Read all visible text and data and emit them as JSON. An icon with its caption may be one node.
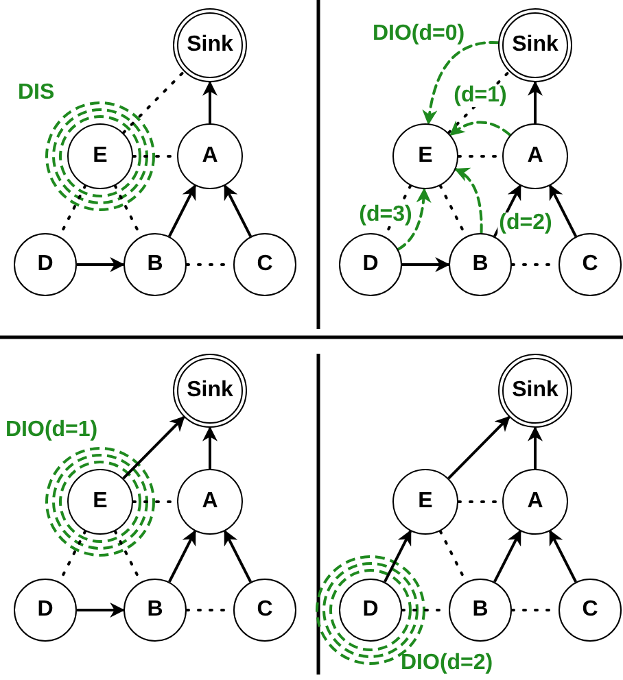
{
  "diagram": {
    "nodes": [
      {
        "text": [
          "Sink"
        ]
      },
      {
        "text": [
          "E"
        ]
      },
      {
        "text": [
          "A"
        ]
      },
      {
        "text": [
          "D"
        ]
      },
      {
        "text": [
          "B"
        ]
      },
      {
        "text": [
          "C"
        ]
      },
      {
        "text": [
          "Sink"
        ]
      },
      {
        "text": [
          "E"
        ]
      },
      {
        "text": [
          "A"
        ]
      },
      {
        "text": [
          "D"
        ]
      },
      {
        "text": [
          "B"
        ]
      },
      {
        "text": [
          "C"
        ]
      },
      {
        "text": [
          "Sink"
        ]
      },
      {
        "text": [
          "E"
        ]
      },
      {
        "text": [
          "A"
        ]
      },
      {
        "text": [
          "D"
        ]
      },
      {
        "text": [
          "B"
        ]
      },
      {
        "text": [
          "C"
        ]
      },
      {
        "text": [
          "Sink"
        ]
      },
      {
        "text": [
          "E"
        ]
      },
      {
        "text": [
          "A"
        ]
      },
      {
        "text": [
          "D"
        ]
      },
      {
        "text": [
          "B"
        ]
      },
      {
        "text": [
          "C"
        ]
      }
    ],
    "edges": [
      {
        "from": 2,
        "to": 0,
        "arrow": "to"
      },
      {
        "from": 3,
        "to": 4,
        "arrow": "to"
      },
      {
        "from": 4,
        "to": 2,
        "arrow": "to"
      },
      {
        "from": 5,
        "to": 2,
        "arrow": "to"
      },
      {
        "from": 1,
        "to": 0,
        "arrow": "none",
        "style": "dashed"
      },
      {
        "from": 1,
        "to": 2,
        "arrow": "none",
        "style": "dashed"
      },
      {
        "from": 1,
        "to": 3,
        "arrow": "none",
        "style": "dashed"
      },
      {
        "from": 1,
        "to": 4,
        "arrow": "none",
        "style": "dashed"
      },
      {
        "from": 4,
        "to": 5,
        "arrow": "none",
        "style": "dashed"
      },
      {
        "from": 8,
        "to": 6,
        "arrow": "to"
      },
      {
        "from": 9,
        "to": 10,
        "arrow": "to"
      },
      {
        "from": 10,
        "to": 8,
        "arrow": "to"
      },
      {
        "from": 11,
        "to": 8,
        "arrow": "to"
      },
      {
        "from": 7,
        "to": 6,
        "arrow": "none",
        "style": "dashed"
      },
      {
        "from": 7,
        "to": 8,
        "arrow": "none",
        "style": "dashed"
      },
      {
        "from": 7,
        "to": 9,
        "arrow": "none",
        "style": "dashed"
      },
      {
        "from": 7,
        "to": 10,
        "arrow": "none",
        "style": "dashed"
      },
      {
        "from": 10,
        "to": 11,
        "arrow": "none",
        "style": "dashed"
      },
      {
        "from": 6,
        "to": 7,
        "arrow": "to",
        "style": "dashed",
        "color": "#1f8a1f",
        "label": "DIO(d=0)"
      },
      {
        "from": 8,
        "to": 7,
        "arrow": "to",
        "style": "dashed",
        "color": "#1f8a1f",
        "label": "(d=1)"
      },
      {
        "from": 10,
        "to": 7,
        "arrow": "to",
        "style": "dashed",
        "color": "#1f8a1f",
        "label": "(d=2)"
      },
      {
        "from": 9,
        "to": 7,
        "arrow": "to",
        "style": "dashed",
        "color": "#1f8a1f",
        "label": "(d=3)"
      },
      {
        "from": 13,
        "to": 12,
        "arrow": "to"
      },
      {
        "from": 14,
        "to": 12,
        "arrow": "to"
      },
      {
        "from": 15,
        "to": 16,
        "arrow": "to"
      },
      {
        "from": 16,
        "to": 14,
        "arrow": "to"
      },
      {
        "from": 17,
        "to": 14,
        "arrow": "to"
      },
      {
        "from": 13,
        "to": 14,
        "arrow": "none",
        "style": "dashed"
      },
      {
        "from": 13,
        "to": 15,
        "arrow": "none",
        "style": "dashed"
      },
      {
        "from": 13,
        "to": 16,
        "arrow": "none",
        "style": "dashed"
      },
      {
        "from": 16,
        "to": 17,
        "arrow": "none",
        "style": "dashed"
      },
      {
        "from": 19,
        "to": 18,
        "arrow": "to"
      },
      {
        "from": 20,
        "to": 18,
        "arrow": "to"
      },
      {
        "from": 21,
        "to": 19,
        "arrow": "to"
      },
      {
        "from": 22,
        "to": 20,
        "arrow": "to"
      },
      {
        "from": 23,
        "to": 20,
        "arrow": "to"
      },
      {
        "from": 19,
        "to": 20,
        "arrow": "none",
        "style": "dashed"
      },
      {
        "from": 19,
        "to": 22,
        "arrow": "none",
        "style": "dashed"
      },
      {
        "from": 21,
        "to": 22,
        "arrow": "none",
        "style": "dashed"
      },
      {
        "from": 22,
        "to": 23,
        "arrow": "none",
        "style": "dashed"
      }
    ],
    "labels": [
      "DIS",
      "DIO(d=1)",
      "DIO(d=2)"
    ]
  }
}
